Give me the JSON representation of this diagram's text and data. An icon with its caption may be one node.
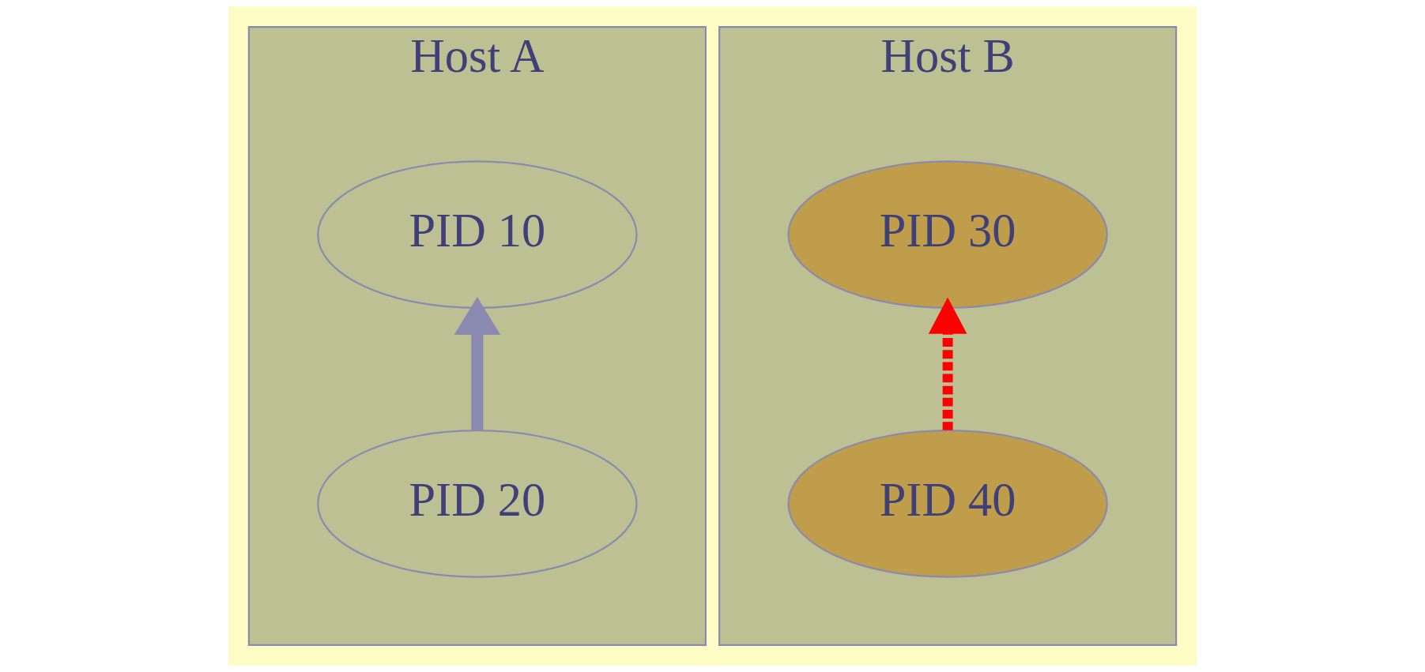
{
  "diagram": {
    "nodes": [
      {
        "text": [
          "Host A"
        ]
      },
      {
        "text": [
          "PID 10"
        ],
        "in": 0
      },
      {
        "text": [
          "PID 20"
        ],
        "in": 0
      },
      {
        "text": [
          "Host B"
        ]
      },
      {
        "text": [
          "PID 30"
        ],
        "in": 3
      },
      {
        "text": [
          "PID 40"
        ],
        "in": 3
      }
    ],
    "edges": [
      {
        "from": 2,
        "to": 1,
        "arrow": "to",
        "color": "#8a8ab0"
      },
      {
        "from": 5,
        "to": 4,
        "arrow": "to",
        "style": "dashed",
        "color": "#ff0000"
      }
    ]
  }
}
